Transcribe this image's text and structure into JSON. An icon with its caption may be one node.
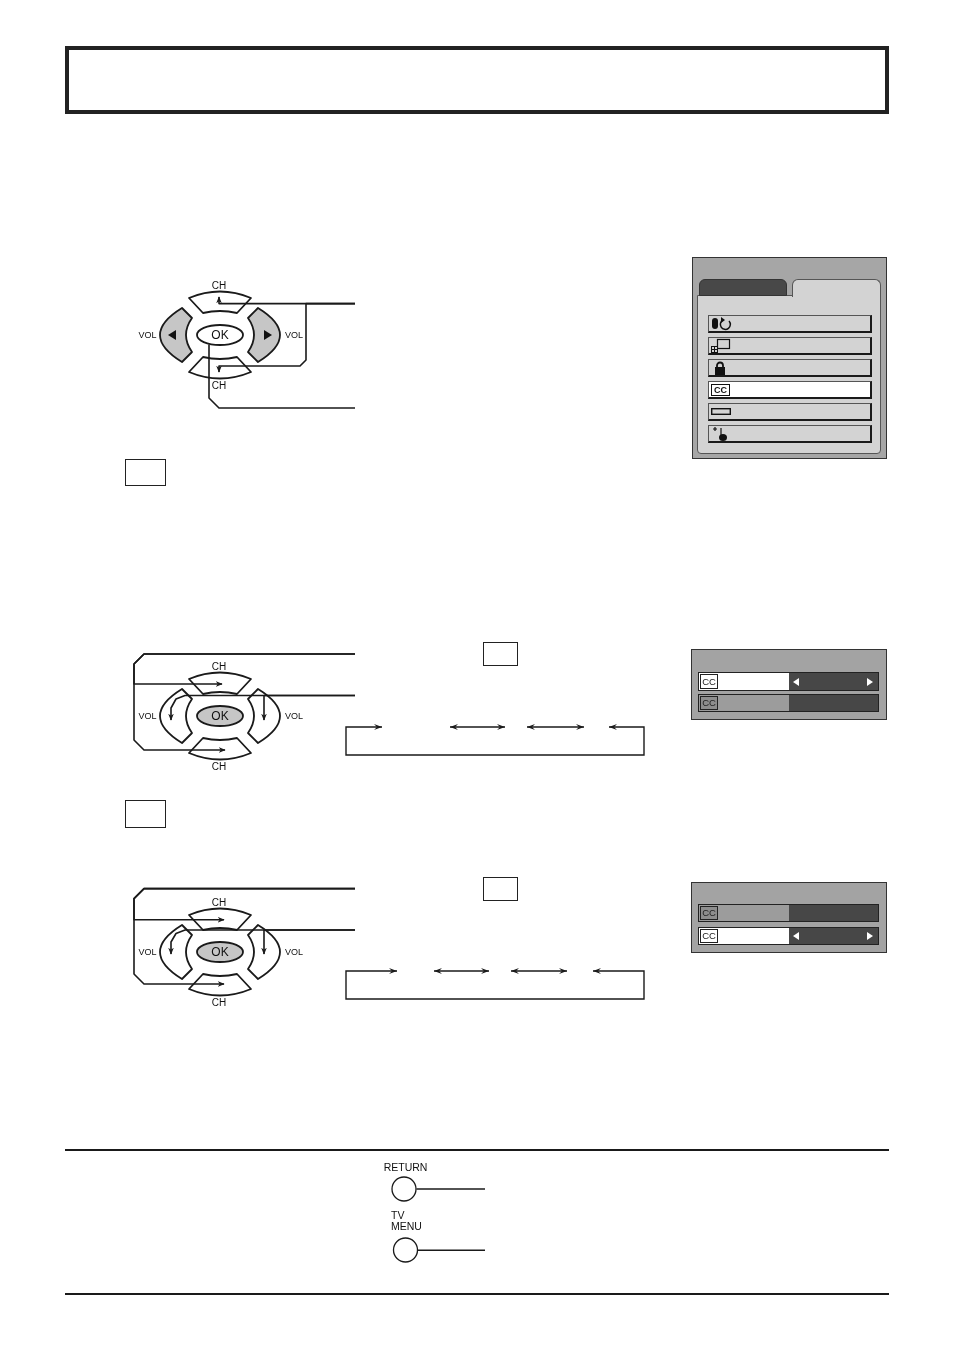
{
  "diagram": {
    "nodes": [
      {
        "text": [],
        "shape": "box"
      },
      {
        "text": [
          "CH"
        ]
      },
      {
        "text": [
          "VOL"
        ]
      },
      {
        "text": [
          "OK"
        ]
      },
      {
        "text": [
          "VOL"
        ]
      },
      {
        "text": [
          "CH"
        ]
      },
      {
        "text": [],
        "shape": "box"
      },
      {
        "text": [],
        "shape": "box"
      },
      {
        "text": [
          "CH"
        ]
      },
      {
        "text": [
          "VOL"
        ]
      },
      {
        "text": [
          "OK"
        ]
      },
      {
        "text": [
          "VOL"
        ]
      },
      {
        "text": [
          "CH"
        ]
      },
      {
        "text": [],
        "shape": "box"
      },
      {
        "text": [],
        "shape": "box"
      },
      {
        "text": [
          "CH"
        ]
      },
      {
        "text": [
          "VOL"
        ]
      },
      {
        "text": [
          "OK"
        ]
      },
      {
        "text": [
          "VOL"
        ]
      },
      {
        "text": [
          "CH"
        ]
      },
      {
        "text": [
          "RETURN"
        ]
      },
      {
        "text": [
          "TV MENU"
        ]
      }
    ],
    "edges": [
      {
        "from": null,
        "to": 1,
        "arrow": "to"
      },
      {
        "from": null,
        "to": 5,
        "arrow": "to"
      },
      {
        "from": null,
        "to": 3,
        "arrow": "none"
      },
      {
        "from": null,
        "to": 8,
        "arrow": "to"
      },
      {
        "from": null,
        "to": 12,
        "arrow": "to"
      },
      {
        "from": null,
        "to": 9,
        "arrow": "to"
      },
      {
        "from": null,
        "to": 11,
        "arrow": "to"
      },
      {
        "from": null,
        "to": 15,
        "arrow": "to"
      },
      {
        "from": null,
        "to": 19,
        "arrow": "to"
      },
      {
        "from": null,
        "to": 16,
        "arrow": "to"
      },
      {
        "from": null,
        "to": 18,
        "arrow": "to"
      },
      {
        "from": null,
        "to": 20,
        "arrow": "none"
      },
      {
        "from": null,
        "to": 21,
        "arrow": "none"
      }
    ],
    "labels": [
      "CC",
      "CC",
      "CC",
      "CC",
      "CC"
    ]
  }
}
